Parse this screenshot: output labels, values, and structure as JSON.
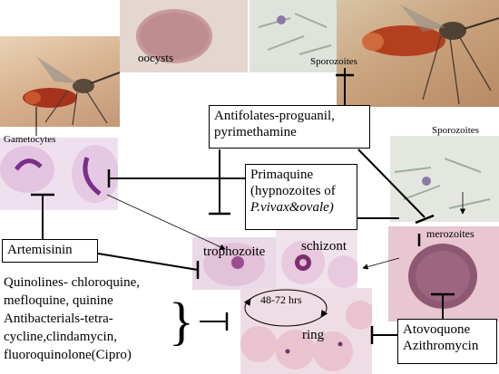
{
  "labels": {
    "oocysts": "oocysts",
    "sporozoites_top": "Sporozoites",
    "sporozoites_right": "Sporozoites",
    "gametocytes": "Gametocytes",
    "merozoites": "merozoites",
    "trophozoite": "trophozoite",
    "schizont": "schizont",
    "ring": "ring",
    "cycle_time": "48-72 hrs"
  },
  "drugs": {
    "antifolates_line1": "Antifolates-proguanil,",
    "antifolates_line2": "pyrimethamine",
    "primaquine_line1": "Primaquine",
    "primaquine_line2": "(hypnozoites of",
    "primaquine_line3": "P.vivax&ovale)",
    "artemisinin": "Artemisinin",
    "quinolines_line1": "Quinolines- chloroquine,",
    "quinolines_line2": "mefloquine, quinine",
    "antibacterials_line1": "Antibacterials-tetra-",
    "antibacterials_line2": "cycline,clindamycin,",
    "antibacterials_line3": "fluoroquinolone(Cipro)",
    "atovaquone_line1": "Atovoquone",
    "atovaquone_line2": "Azithromycin"
  },
  "colors": {
    "line": "#000000",
    "box_border": "#000000",
    "background": "#ffffff"
  }
}
